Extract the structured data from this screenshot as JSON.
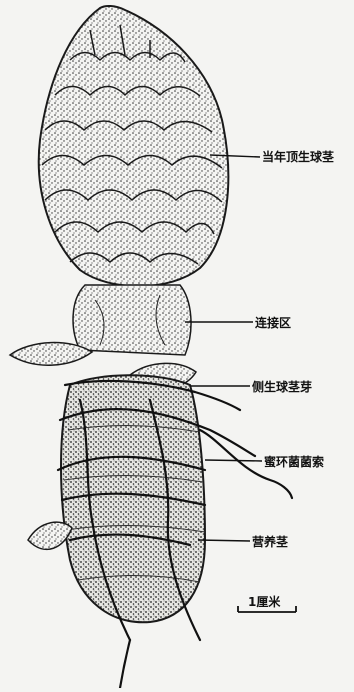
{
  "labels": {
    "terminal_bud": "当年顶生球茎",
    "connection_zone": "连接区",
    "lateral_bud": "侧生球茎芽",
    "mycorrhiza": "蜜环菌菌索",
    "vegetative_stem": "营养茎"
  },
  "scale_bar": {
    "text": "1厘米"
  },
  "colors": {
    "ink": "#1a1a1a",
    "paper": "#f4f4f2",
    "stipple": "#555555"
  }
}
